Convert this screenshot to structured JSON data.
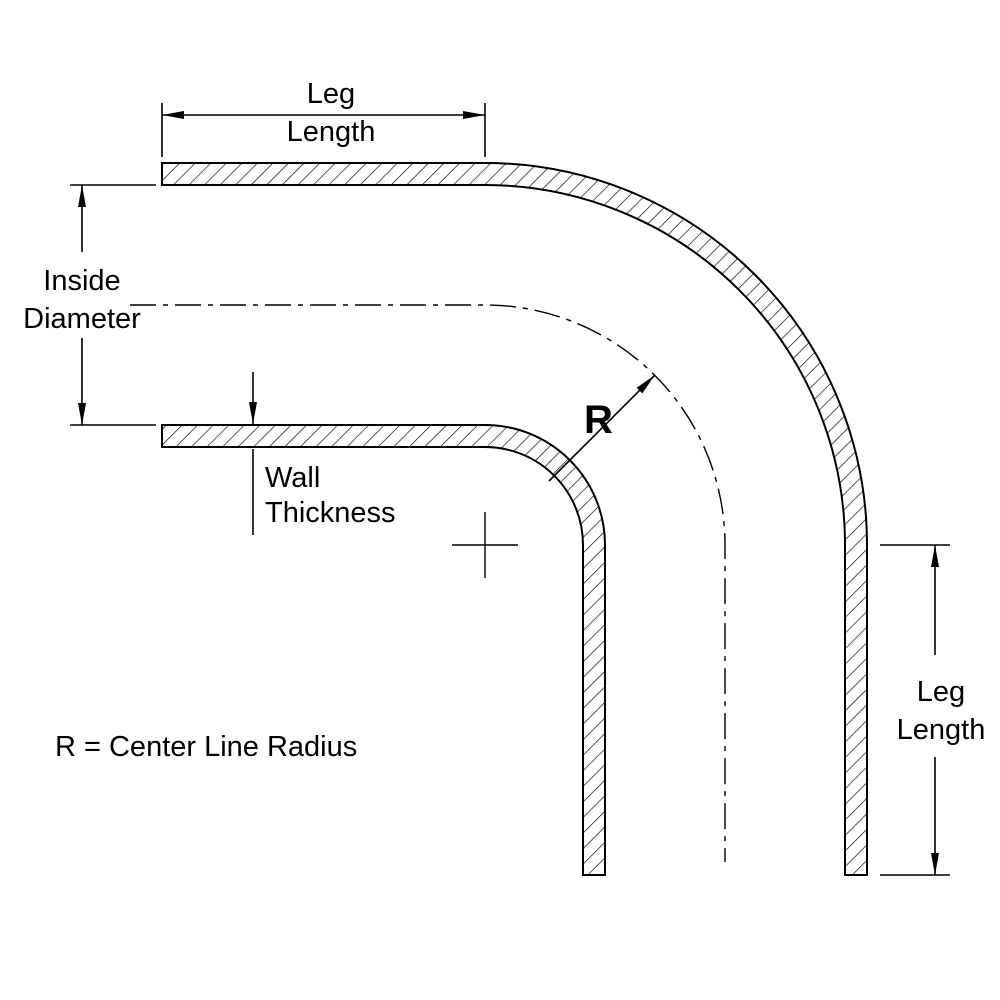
{
  "colors": {
    "line": "#000000",
    "inside_diameter_text": "#ee0000"
  },
  "labels": {
    "leg_length_top": {
      "lines": [
        "Leg",
        "Length"
      ]
    },
    "inside_diameter": {
      "lines": [
        "Inside",
        "Diameter"
      ]
    },
    "wall_thickness": {
      "lines": [
        "Wall",
        "Thickness"
      ]
    },
    "radius_symbol": "R",
    "leg_length_right": {
      "lines": [
        "Leg",
        "Length"
      ]
    },
    "legend": "R = Center Line Radius"
  }
}
